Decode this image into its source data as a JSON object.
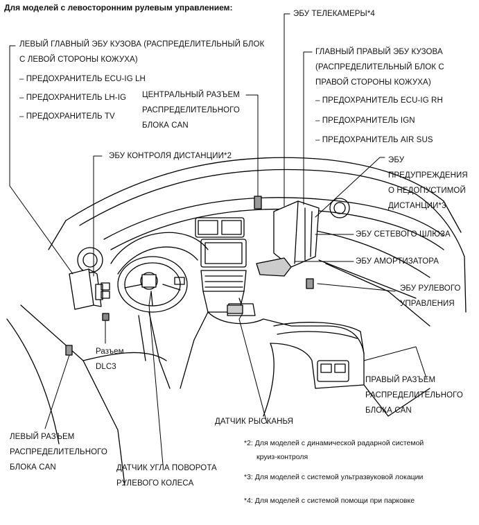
{
  "title": "Для моделей с левосторонним рулевым управлением:",
  "labels": {
    "left_main_ecu": [
      "ЛЕВЫЙ ГЛАВНЫЙ ЭБУ КУЗОВА (РАСПРЕДЕЛИТЕЛЬНЫЙ БЛОК",
      "С ЛЕВОЙ СТОРОНЫ КОЖУХА)"
    ],
    "fuse_ecu_ig_lh": "– ПРЕДОХРАНИТЕЛЬ ECU-IG LH",
    "fuse_lh_ig": "– ПРЕДОХРАНИТЕЛЬ LH-IG",
    "fuse_tv": "– ПРЕДОХРАНИТЕЛЬ TV",
    "can_central": [
      "ЦЕНТРАЛЬНЫЙ РАЗЪЕМ",
      "РАСПРЕДЕЛИТЕЛЬНОГО",
      "БЛОКА CAN"
    ],
    "distance_ecu": "ЭБУ КОНТРОЛЯ ДИСТАНЦИИ*2",
    "camera_ecu": "ЭБУ ТЕЛЕКАМЕРЫ*4",
    "right_main_ecu": [
      "ГЛАВНЫЙ ПРАВЫЙ ЭБУ КУЗОВА",
      "(РАСПРЕДЕЛИТЕЛЬНЫЙ БЛОК С",
      "ПРАВОЙ СТОРОНЫ КОЖУХА)"
    ],
    "fuse_ecu_ig_rh": "– ПРЕДОХРАНИТЕЛЬ ECU-IG RH",
    "fuse_ign": "– ПРЕДОХРАНИТЕЛЬ IGN",
    "fuse_air_sus": "– ПРЕДОХРАНИТЕЛЬ AIR SUS",
    "warning_ecu": [
      "ЭБУ",
      "ПРЕДУПРЕЖДЕНИЯ",
      "О НЕДОПУСТИМОЙ",
      "ДИСТАНЦИИ*3"
    ],
    "gateway_ecu": "ЭБУ СЕТЕВОГО ШЛЮЗА",
    "absorber_ecu": "ЭБУ АМОРТИЗАТОРА",
    "steering_ecu": [
      "ЭБУ РУЛЕВОГО",
      "УПРАВЛЕНИЯ"
    ],
    "dlc3": [
      "Разъем",
      "DLC3"
    ],
    "can_right": [
      "ПРАВЫЙ РАЗЪЕМ",
      "РАСПРЕДЕЛИТЕЛЬНОГО",
      "БЛОКА CAN"
    ],
    "yaw_sensor": "ДАТЧИК РЫСКАНЬЯ",
    "can_left": [
      "ЛЕВЫЙ РАЗЪЕМ",
      "РАСПРЕДЕЛИТЕЛЬНОГО",
      "БЛОКА CAN"
    ],
    "steering_angle_sensor": [
      "ДАТЧИК УГЛА ПОВОРОТА",
      "РУЛЕВОГО КОЛЕСА"
    ]
  },
  "notes": [
    "*2: Для моделей с динамической радарной системой",
    "круиз-контроля",
    "*3: Для моделей с системой ультразвуковой локации",
    "*4: Для моделей с системой помощи при парковке"
  ]
}
